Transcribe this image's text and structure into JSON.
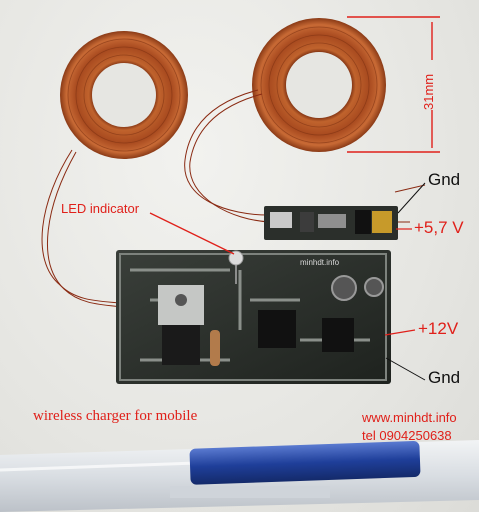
{
  "labels": {
    "led_indicator": "LED indicator",
    "gnd_top": "Gnd",
    "voltage_out": "+5,7 V",
    "voltage_in": "+12V",
    "gnd_bottom": "Gnd",
    "coil_size": "31mm",
    "caption": "wireless charger for mobile",
    "website": "www.minhdt.info",
    "phone": "tel 0904250638"
  },
  "pcb_silkscreen": "minhdt.info",
  "colors": {
    "annotation_red": "#e0201a",
    "copper_coil": "#a8481f",
    "pcb": "#2a2f2a",
    "pen_blue": "#1f3f9a"
  }
}
